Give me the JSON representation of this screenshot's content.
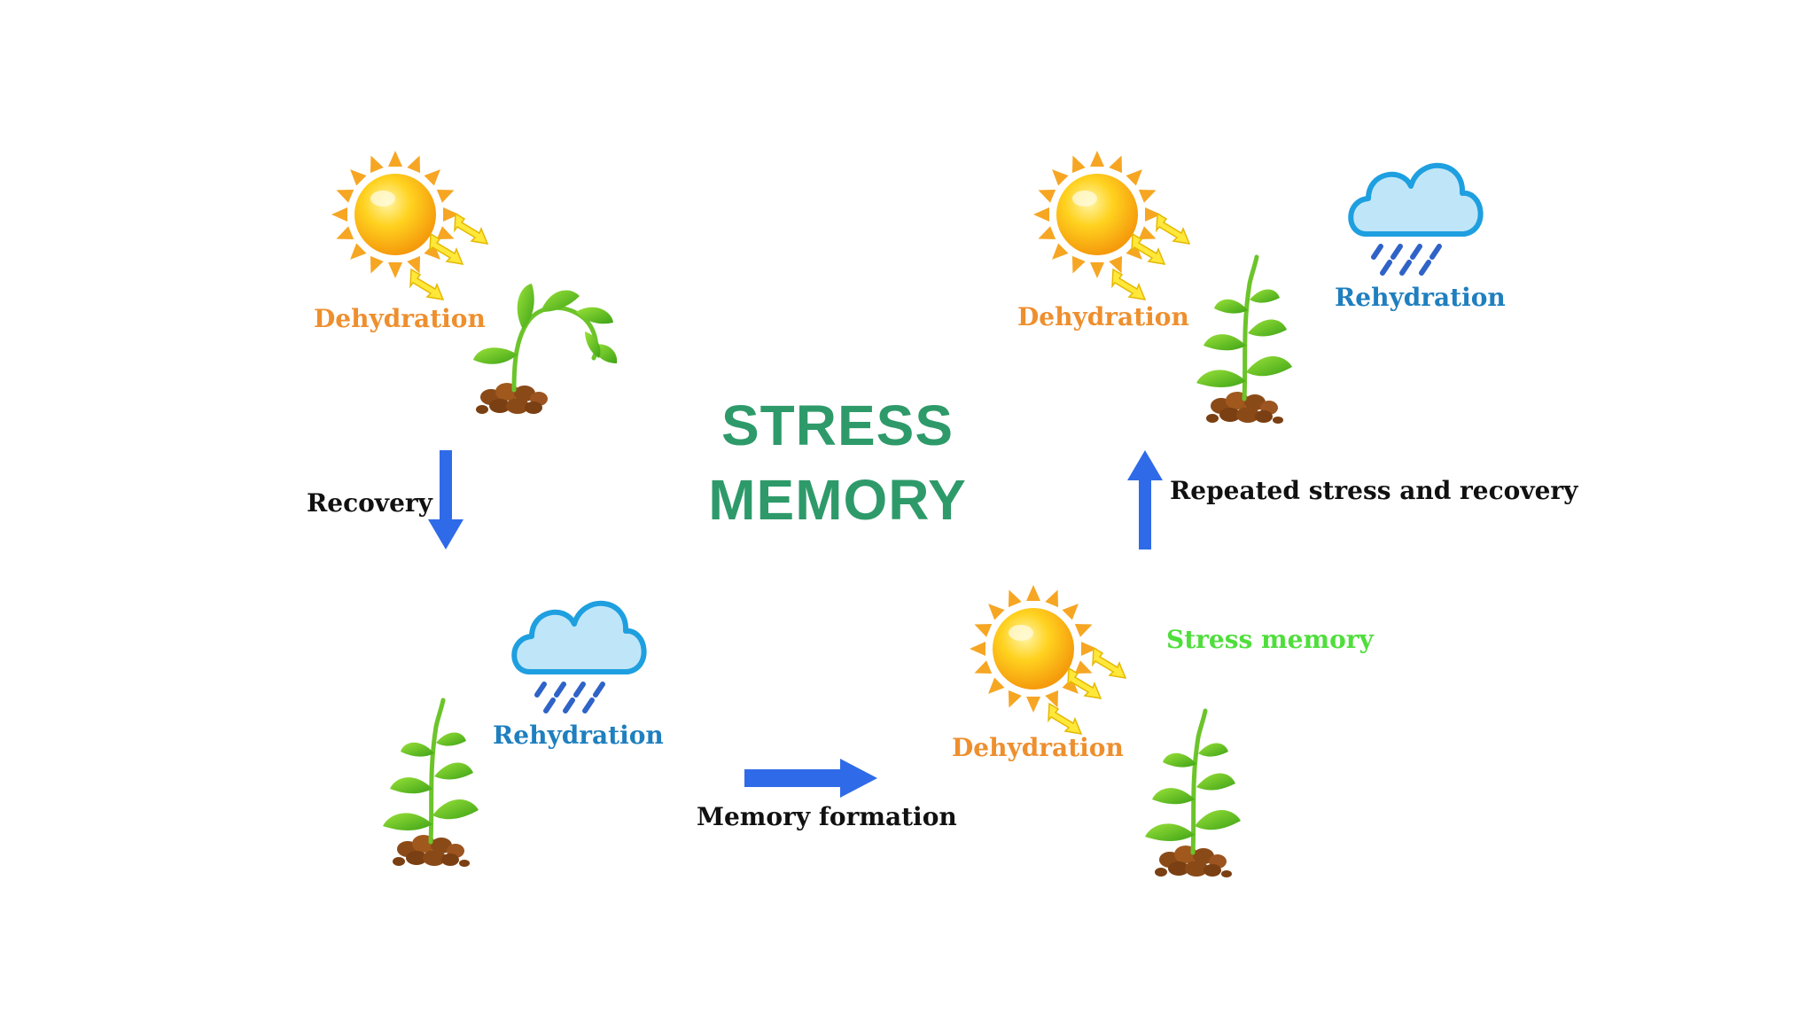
{
  "title": {
    "line1": "STRESS",
    "line2": "MEMORY"
  },
  "labels": {
    "dehydration_top_left": "Dehydration",
    "recovery": "Recovery",
    "rehydration_bottom_left": "Rehydration",
    "memory_formation": "Memory formation",
    "dehydration_bottom_right": "Dehydration",
    "stress_memory": "Stress memory",
    "repeated": "Repeated stress and recovery",
    "dehydration_top_right": "Dehydration",
    "rehydration_top_right": "Rehydration"
  },
  "colors": {
    "title": "#2e9a6a",
    "dehydration": "#ee8f2e",
    "rehydration": "#1f7fbf",
    "arrow": "#2f6be8",
    "stress_memory": "#4fde3c"
  },
  "icons": [
    "sun-icon",
    "cloud-rain-icon",
    "plant-icon",
    "arrow-icon"
  ]
}
